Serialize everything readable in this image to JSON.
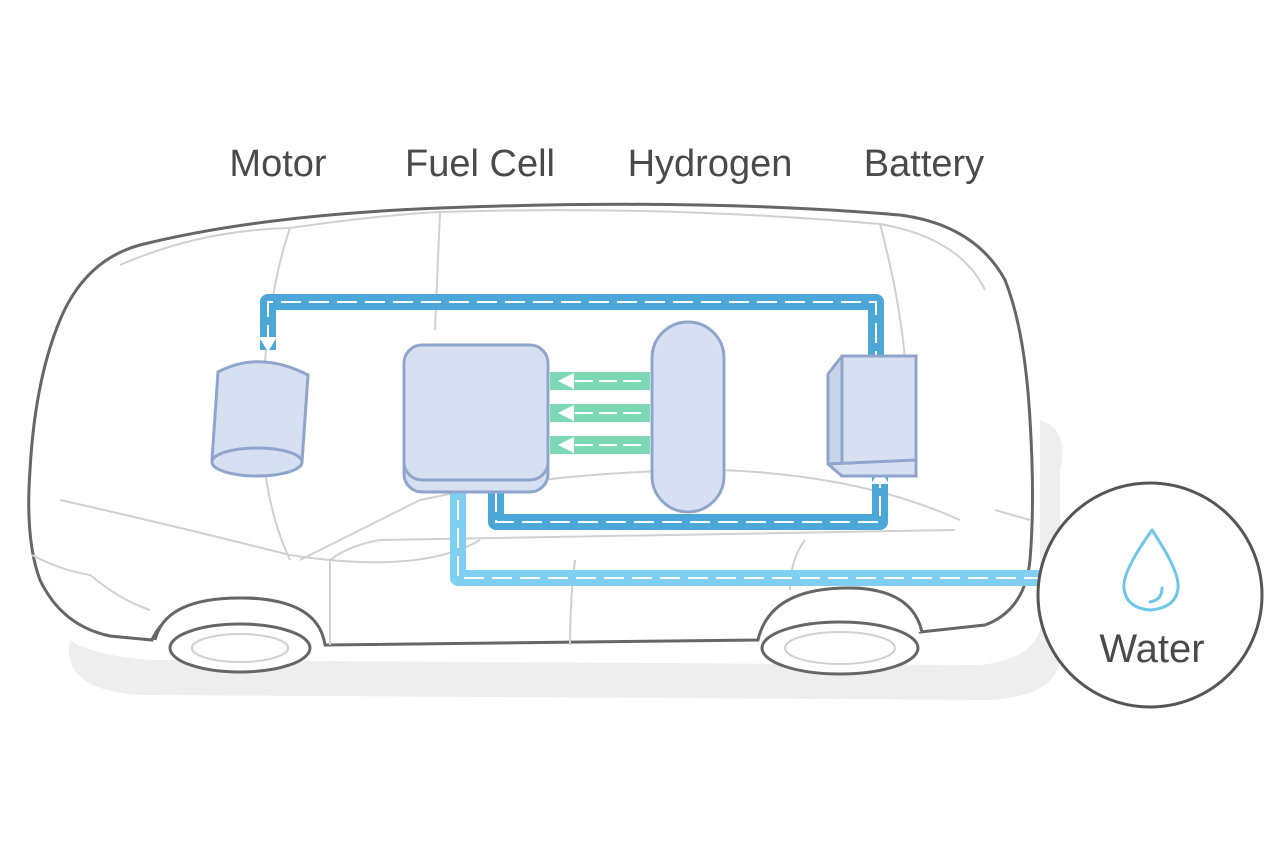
{
  "labels": {
    "motor": "Motor",
    "fuel_cell": "Fuel Cell",
    "hydrogen": "Hydrogen",
    "battery": "Battery",
    "water": "Water"
  },
  "colors": {
    "power_flow": "#4aa7d8",
    "hydrogen_flow": "#7dd9b4",
    "water_flow": "#7fd0f0",
    "component_fill": "#d6e0f0",
    "component_stroke": "#8fa5cc",
    "car_outline": "#666666",
    "car_detail": "#d0d0d0",
    "text": "#4a4a4a",
    "water_icon": "#6cc7e8"
  },
  "icons": {
    "water": "water-drop-icon"
  }
}
